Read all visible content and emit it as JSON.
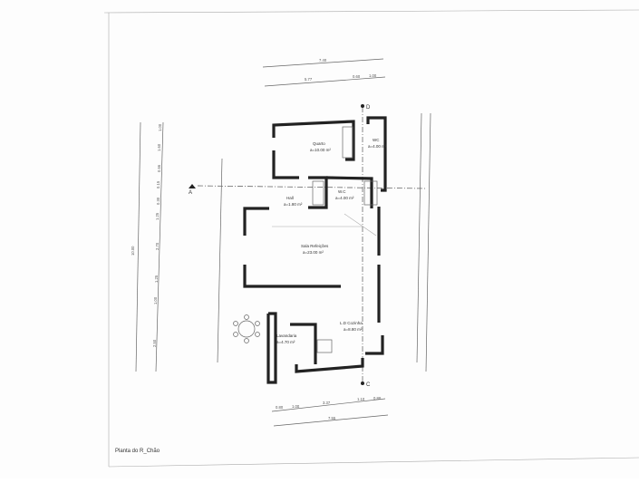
{
  "title": "Planta do R_Chão",
  "rooms": {
    "quarto": {
      "name": "Quarto",
      "area": "a=10.00 m²"
    },
    "wc1": {
      "name": "WC",
      "area": "a=4.00 m²"
    },
    "hall": {
      "name": "Hall",
      "area": "a=1.80 m²"
    },
    "wc2": {
      "name": "W.C",
      "area": "a=4.00 m²"
    },
    "sala": {
      "name": "Sala Refeições",
      "area": "a=23.00 m²"
    },
    "lavandaria": {
      "name": "Lavandaria",
      "area": "a=4.70 m²"
    },
    "cozinha": {
      "name": "L.D Cozinha",
      "area": "a=8.80 m²"
    }
  },
  "section_markers": {
    "a": "A",
    "c": "C",
    "d": "D"
  },
  "dimensions": {
    "top_total": "7.40",
    "top_parts": [
      "5.77",
      "0.60",
      "1.00"
    ],
    "bottom_total": "7.55",
    "bottom_parts": [
      "0.80",
      "1.00",
      "3.37",
      "1.10",
      "0.80"
    ],
    "left_total": "10.00",
    "left_parts": [
      "1.00",
      "1.60",
      "0.56",
      "0.15",
      "0.30",
      "1.25",
      "2.70",
      "1.25",
      "1.00",
      "2.50"
    ]
  }
}
